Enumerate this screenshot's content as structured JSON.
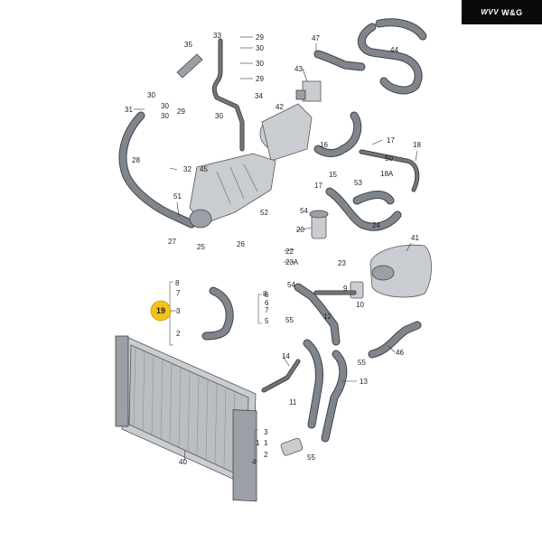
{
  "brand": {
    "logo_text": "W&G",
    "mark": "WVV"
  },
  "highlight_label": "19",
  "labels": [
    "35",
    "33",
    "29",
    "30",
    "30",
    "29",
    "47",
    "44",
    "30",
    "31",
    "30",
    "30",
    "29",
    "28",
    "30",
    "34",
    "43",
    "42",
    "16",
    "17",
    "50",
    "18",
    "18A",
    "53",
    "32",
    "45",
    "15",
    "17",
    "51",
    "52",
    "54",
    "25",
    "24",
    "20",
    "26",
    "27",
    "22",
    "23A",
    "23",
    "41",
    "8",
    "6",
    "54",
    "7",
    "5",
    "9",
    "10",
    "3",
    "55",
    "12",
    "2",
    "46",
    "14",
    "55",
    "11",
    "1",
    "13",
    "3",
    "2",
    "1",
    "55",
    "40",
    "4",
    "7",
    "6",
    "8"
  ]
}
